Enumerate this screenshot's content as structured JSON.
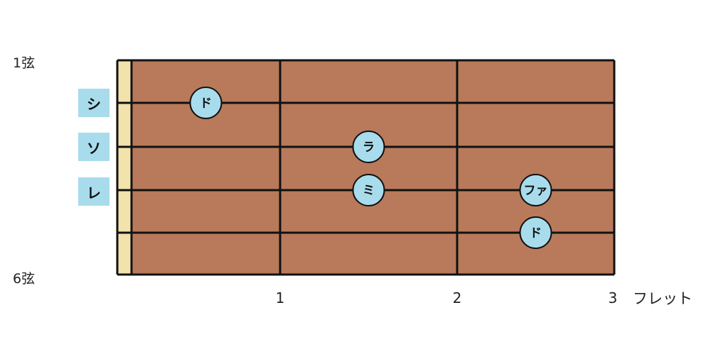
{
  "strings": {
    "top_label": "1弦",
    "bottom_label": "6弦"
  },
  "open_notes": [
    "シ",
    "ソ",
    "レ"
  ],
  "frets": [
    "1",
    "2",
    "3"
  ],
  "fret_unit": "フレット",
  "notes": [
    {
      "string": 2,
      "fret": 1,
      "label": "ド"
    },
    {
      "string": 3,
      "fret": 2,
      "label": "ラ"
    },
    {
      "string": 4,
      "fret": 2,
      "label": "ミ"
    },
    {
      "string": 4,
      "fret": 3,
      "label": "ファ"
    },
    {
      "string": 5,
      "fret": 3,
      "label": "ド"
    }
  ],
  "colors": {
    "fretboard": "#b87a5a",
    "nut": "#f2e2ab",
    "line": "#111111",
    "note_fill": "#a8dcec",
    "open_note_bg": "#a8dcec"
  }
}
